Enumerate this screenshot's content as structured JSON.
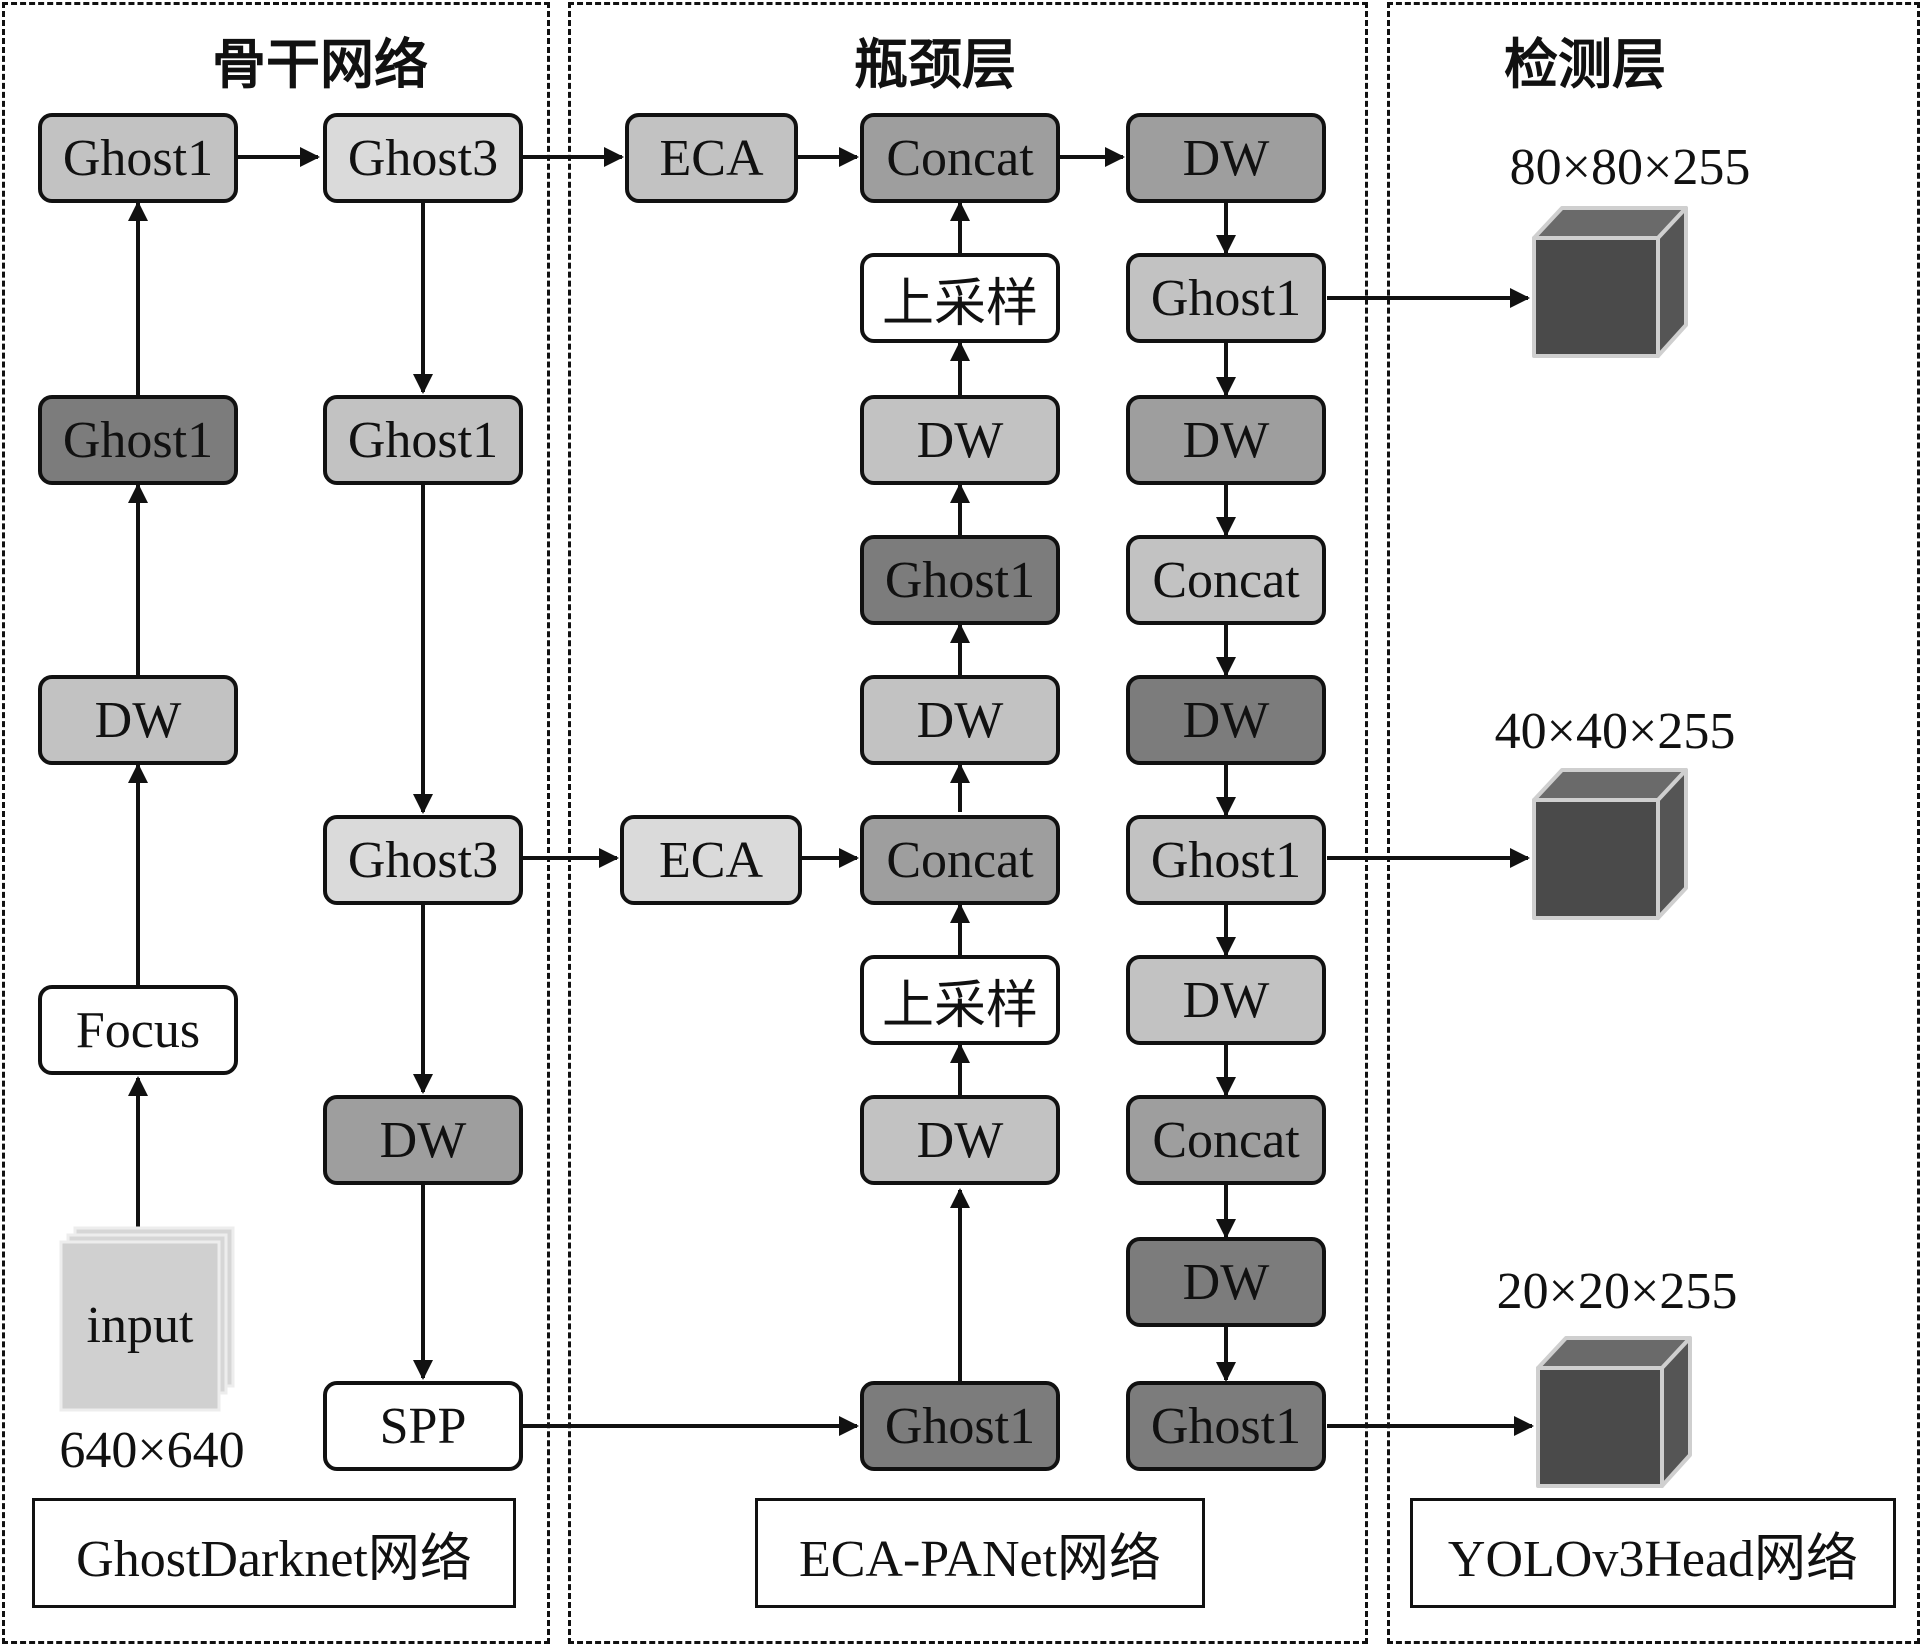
{
  "sections": {
    "backbone": {
      "title": "骨干网络",
      "label": "GhostDarknet网络"
    },
    "neck": {
      "title": "瓶颈层",
      "label": "ECA-PANet网络"
    },
    "head": {
      "title": "检测层",
      "label": "YOLOv3Head网络"
    }
  },
  "input": {
    "label": "input",
    "size": "640×640"
  },
  "backbone_nodes": {
    "focus": "Focus",
    "dw": "DW",
    "ghost1_mid": "Ghost1",
    "ghost1_top": "Ghost1",
    "ghost3_top": "Ghost3",
    "ghost1_col2": "Ghost1",
    "ghost3_mid": "Ghost3",
    "dw_col2": "DW",
    "spp": "SPP"
  },
  "neck_nodes": {
    "eca_top": "ECA",
    "eca_mid": "ECA",
    "concat_top": "Concat",
    "upsample_top": "上采样",
    "dw_a": "DW",
    "ghost1_a": "Ghost1",
    "dw_b": "DW",
    "concat_mid": "Concat",
    "upsample_mid": "上采样",
    "dw_c": "DW",
    "ghost1_bottom": "Ghost1"
  },
  "neck_right_nodes": {
    "dw_1": "DW",
    "ghost1_1": "Ghost1",
    "dw_2": "DW",
    "concat_1": "Concat",
    "dw_3": "DW",
    "ghost1_2": "Ghost1",
    "dw_4": "DW",
    "concat_2": "Concat",
    "dw_5": "DW",
    "ghost1_3": "Ghost1"
  },
  "outputs": [
    {
      "dims": "80×80×255"
    },
    {
      "dims": "40×40×255"
    },
    {
      "dims": "20×20×255"
    }
  ],
  "colors": {
    "white": "#ffffff",
    "light": "#dadada",
    "mid": "#c2c2c2",
    "dark": "#9e9e9e",
    "darker": "#7c7c7c",
    "cube_front": "#4a4a4a",
    "cube_side": "#555555",
    "cube_edge": "#cfcfcf"
  }
}
